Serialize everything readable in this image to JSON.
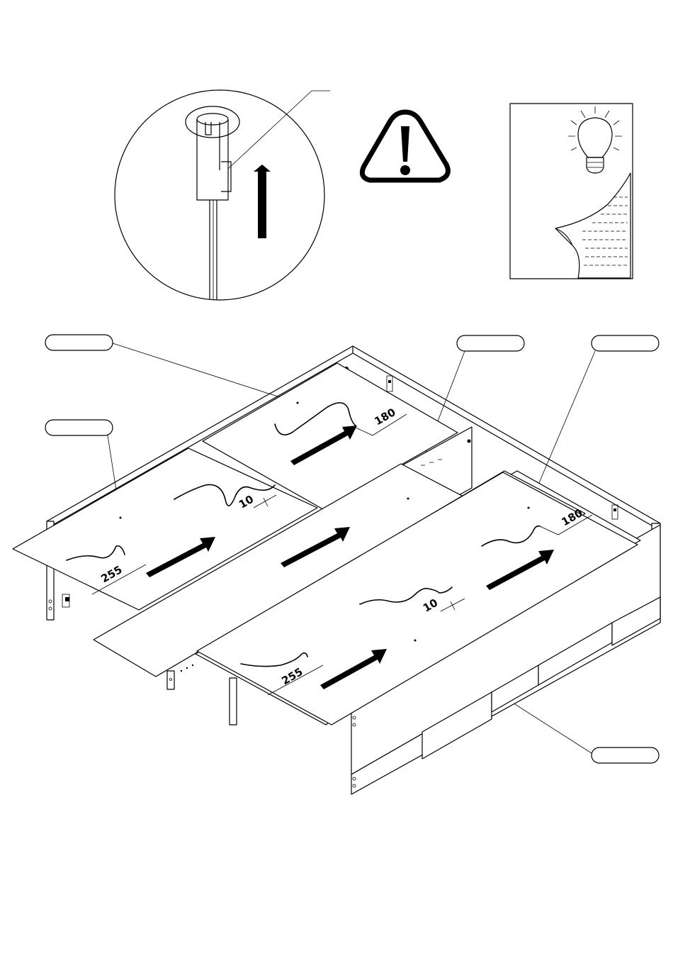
{
  "diagram": {
    "dimensions": [
      {
        "id": "back-left-slot",
        "value": "180"
      },
      {
        "id": "back-right-slot",
        "value": "180"
      },
      {
        "id": "left-gap",
        "value": "10"
      },
      {
        "id": "right-gap",
        "value": "10"
      },
      {
        "id": "left-front-slot",
        "value": "255"
      },
      {
        "id": "center-front-slot",
        "value": "255"
      }
    ],
    "callouts": [
      {
        "id": "callout-top-left",
        "label": ""
      },
      {
        "id": "callout-left",
        "label": ""
      },
      {
        "id": "callout-top-center",
        "label": ""
      },
      {
        "id": "callout-top-right",
        "label": ""
      },
      {
        "id": "callout-bottom-right",
        "label": ""
      }
    ],
    "icons": [
      "warning-icon",
      "tip-lightbulb-icon",
      "detail-magnifier-circle"
    ]
  }
}
